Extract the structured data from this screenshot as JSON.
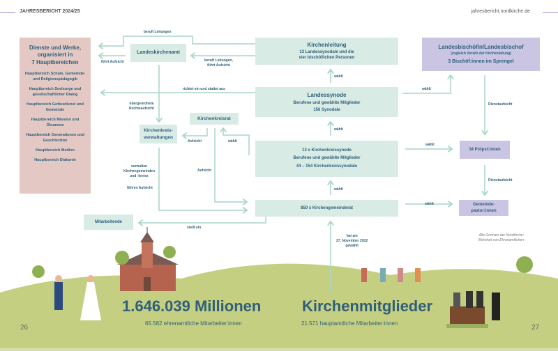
{
  "header": {
    "left": "JAHRESBERICHT 2024/25",
    "right": "jahresbericht.nordkirche.de"
  },
  "boxes": {
    "dienste": {
      "title": [
        "Dienste und Werke,",
        "organisiert in",
        "7 Hauptbereichen"
      ],
      "items": [
        "Hauptbereich Schule, Gemeinde- und Religionspädagogik",
        "Hauptbereich Seelsorge und gesellschaftlicher Dialog",
        "Hauptbereich Gottesdienst und Gemeinde",
        "Hauptbereich Mission und Ökumene",
        "Hauptbereich Generationen und Geschlechter",
        "Hauptbereich Medien",
        "Hauptbereich Diakonie"
      ]
    },
    "landeskirchenamt": "Landeskirchenamt",
    "kirchenleitung": {
      "title": "Kirchenleitung",
      "l1": "13 Landessynodale und die",
      "l2": "vier bischöflichen Personen"
    },
    "bischof": {
      "title": "Landesbischöfin/Landesbischof",
      "l1": "(zugleich Vorsitz der Kirchenleitung)",
      "l2": "3 Bischöf:innen im Sprengel"
    },
    "landessynode": {
      "title": "Landessynode",
      "l1": "Berufene und gewählte Mitglieder",
      "l2": "156 Synodale"
    },
    "kirchenkreisrat": "Kirchenkreisrat",
    "kkverwaltungen": {
      "l1": "Kirchenkreis-",
      "l2": "verwaltungen"
    },
    "kksynode": {
      "l1": "13 x Kirchenkreissynode",
      "l2": "Berufene und gewählte Mitglieder",
      "l3": "44 – 154 Kirchenkreissynodale"
    },
    "proepste": "34 Pröpst:innen",
    "kgr": "850 x Kirchengemeinderat",
    "pastoren": {
      "l1": "Gemeinde-",
      "l2": "pastor:innen"
    },
    "mitarbeitende": "Mitarbeitende"
  },
  "labels": {
    "beruft": "beruft Leitungen",
    "fuehrt": "führt Aufsicht",
    "beruft2a": "beruft Leitungen,",
    "beruft2b": "führt Aufsicht",
    "richtet": "richtet ein und stattet aus",
    "ueber1": "übergeordnete",
    "ueber2": "Rechtsaufsicht",
    "aufsicht": "Aufsicht",
    "waehlt": "wählt",
    "verw1": "verwalten",
    "verw2": "Kirchengemeinden",
    "verw3": "und -kreise",
    "fuehren": "führen Aufsicht",
    "stellt": "stellt ein",
    "dienst": "Dienstaufsicht",
    "hat1": "hat am",
    "hat2": "27. November 2022",
    "hat3": "gewählt",
    "note1": "Alle Gremien der Nordkirche:",
    "note2": "Mehrheit von Ehrenamtlichen"
  },
  "stats": {
    "members": "1.646.039 Millionen",
    "members_label": "Kirchenmitglieder",
    "volunteers": "65.582 ehrenamtliche Mitarbeiter:innen",
    "staff": "21.571 hauptamtliche Mitarbeiter:innen"
  },
  "pages": {
    "left": "26",
    "right": "27"
  }
}
